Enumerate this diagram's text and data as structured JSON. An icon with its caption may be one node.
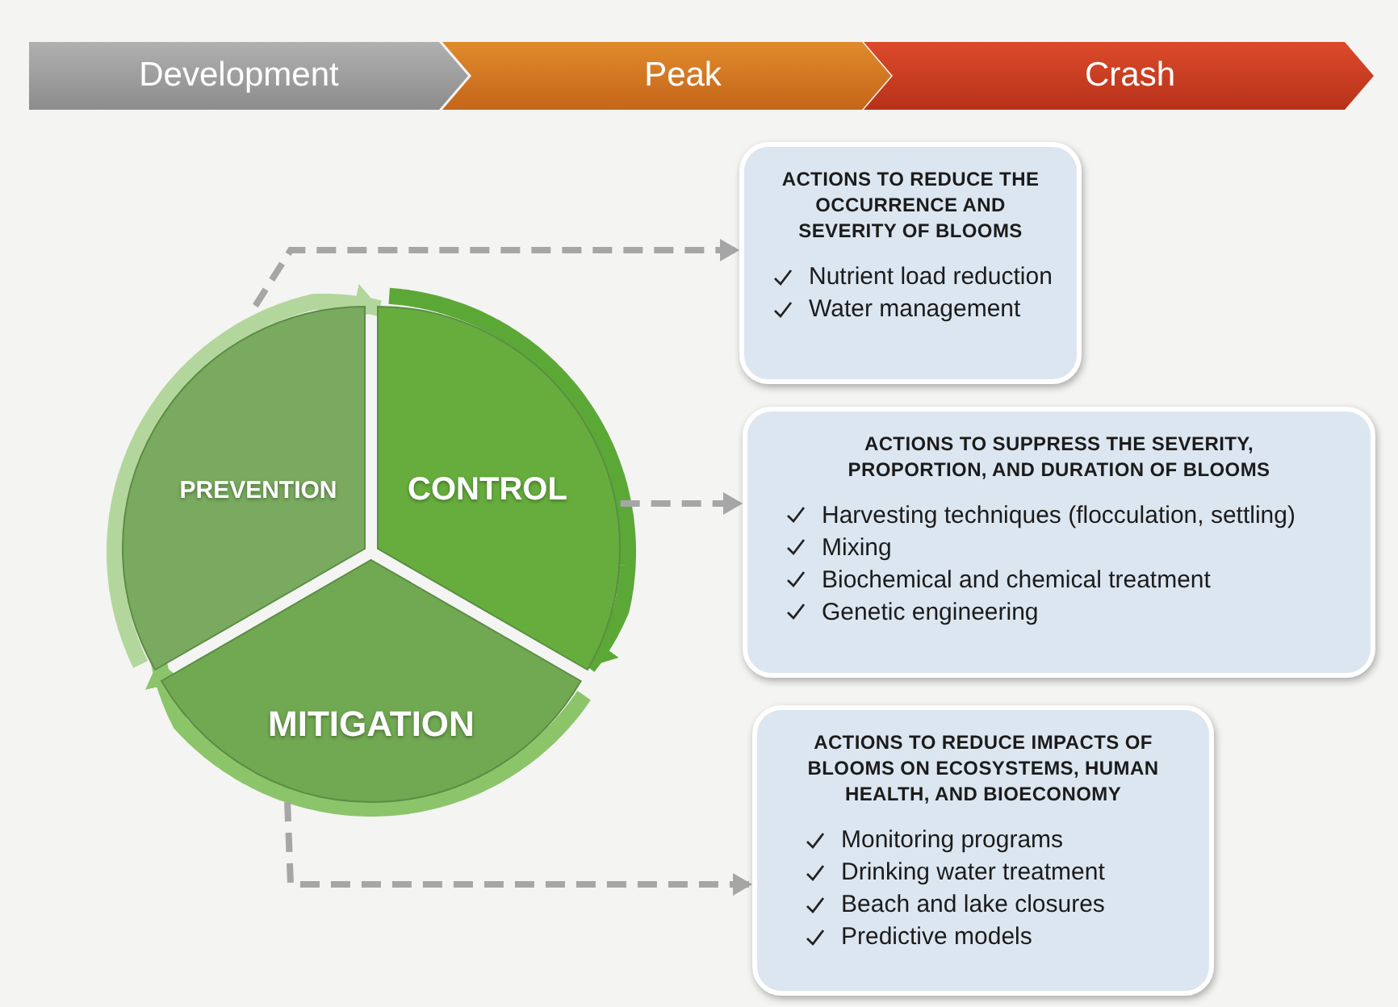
{
  "diagram": {
    "nodes": [
      {
        "text": [
          "Development",
          "Peak",
          "Crash"
        ]
      },
      {
        "text": [
          "PREVENTION"
        ]
      },
      {
        "text": [
          "CONTROL"
        ]
      },
      {
        "text": [
          "MITIGATION"
        ]
      },
      {
        "text": [
          "ACTIONS TO REDUCE THE OCCURRENCE AND SEVERITY OF BLOOMS",
          "Nutrient load reduction",
          "Water management"
        ]
      },
      {
        "text": [
          "ACTIONS TO SUPPRESS THE SEVERITY, PROPORTION, AND DURATION OF BLOOMS",
          "Harvesting techniques (flocculation, settling)",
          "Mixing",
          "Biochemical and chemical treatment",
          "Genetic engineering"
        ]
      },
      {
        "text": [
          "ACTIONS TO REDUCE IMPACTS OF BLOOMS ON ECOSYSTEMS, HUMAN HEALTH, AND BIOECONOMY",
          "Monitoring programs",
          "Drinking water treatment",
          "Beach and lake closures",
          "Predictive models"
        ]
      }
    ],
    "edges": [
      {
        "from": 1,
        "to": 2,
        "arrow": "to",
        "style": "thick",
        "color": "#b3d69c"
      },
      {
        "from": 2,
        "to": 3,
        "arrow": "to",
        "style": "thick",
        "color": "#5ca836"
      },
      {
        "from": 3,
        "to": 1,
        "arrow": "to",
        "style": "thick",
        "color": "#8cc46a"
      },
      {
        "from": 1,
        "to": 4,
        "arrow": "to",
        "style": "dashed"
      },
      {
        "from": 2,
        "to": 5,
        "arrow": "to",
        "style": "dashed"
      },
      {
        "from": 3,
        "to": 6,
        "arrow": "to",
        "style": "dashed"
      }
    ]
  }
}
